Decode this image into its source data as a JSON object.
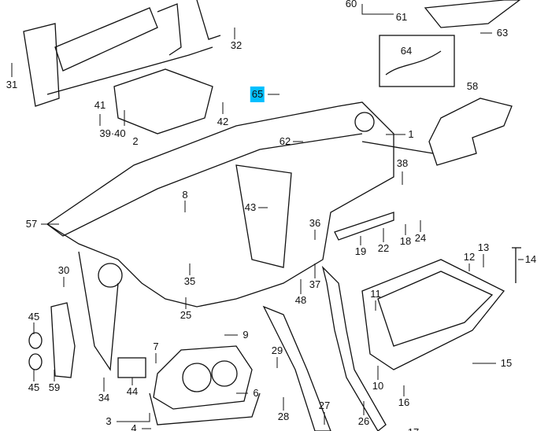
{
  "title": "Instrument panel parts diagram",
  "highlight_color": "#00bfff",
  "highlighted_part": "65",
  "callouts": [
    "60",
    "61",
    "63",
    "31",
    "32",
    "64",
    "65",
    "58",
    "41",
    "39·40",
    "42",
    "1",
    "62",
    "2",
    "38",
    "8",
    "43",
    "57",
    "36",
    "19",
    "22",
    "18",
    "24",
    "12",
    "13",
    "14",
    "30",
    "35",
    "37",
    "48",
    "11",
    "45",
    "25",
    "9",
    "59",
    "45",
    "7",
    "29",
    "34",
    "44",
    "10",
    "15",
    "16",
    "6",
    "3",
    "4",
    "28",
    "27",
    "26",
    "17"
  ]
}
